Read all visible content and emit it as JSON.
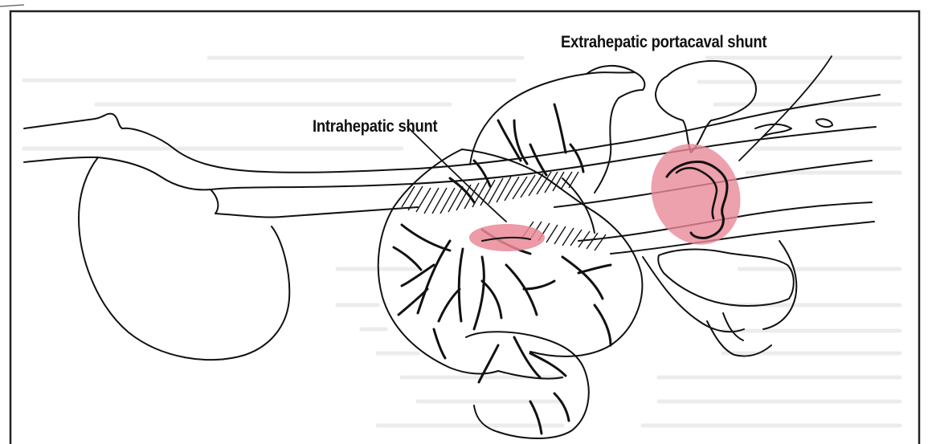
{
  "labels": {
    "extrahepatic": "Extrahepatic portacaval shunt",
    "intrahepatic": "Intrahepatic shunt"
  },
  "colors": {
    "highlight": "#e98a98",
    "line": "#111111",
    "frame": "#222222",
    "background": "#ffffff",
    "faint_text": "#e6e6e6"
  },
  "structures": [
    "heart-outline",
    "caudal-vena-cava",
    "liver-lobes",
    "intrahepatic-vessel-network",
    "portal-vein",
    "extrahepatic-shunt-vessel",
    "stomach",
    "spleen",
    "mesenteric-vessels"
  ]
}
